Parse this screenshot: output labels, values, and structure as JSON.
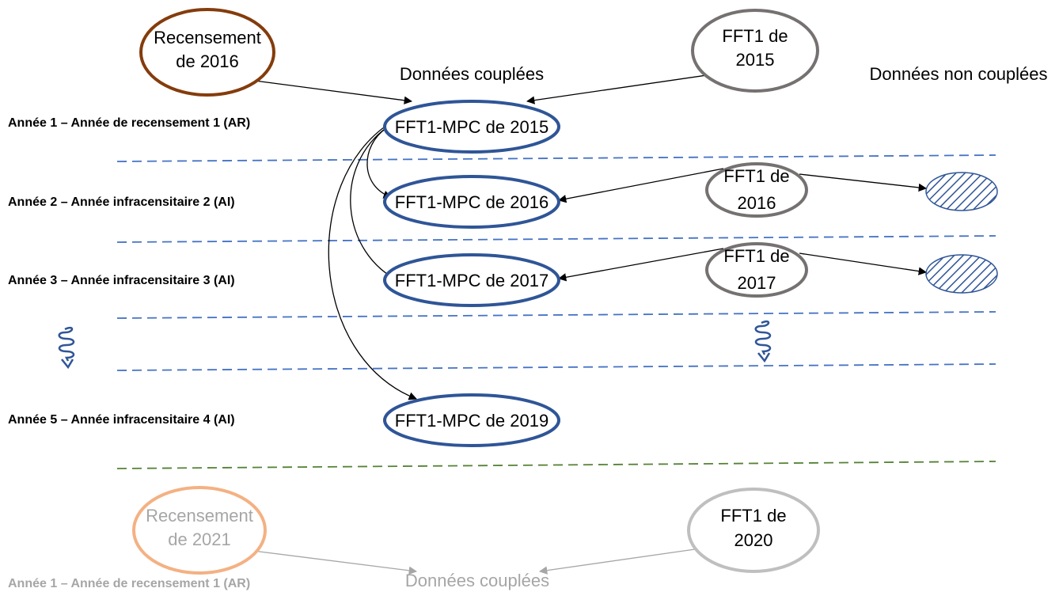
{
  "headers": {
    "linked": "Données couplées",
    "unlinked": "Données non couplées",
    "linked_faded": "Données couplées"
  },
  "rows": {
    "year1": "Année 1 – Année de recensement 1 (AR)",
    "year2": "Année 2 – Année infracensitaire  2 (AI)",
    "year3": "Année 3 – Année infracensitaire  3 (AI)",
    "year5": "Année 5 – Année infracensitaire  4 (AI)",
    "year1_next": "Année 1 – Année de recensement 1 (AR)"
  },
  "nodes": {
    "census_2016": [
      "Recensement",
      "de 2016"
    ],
    "fft1_2015": [
      "FFT1 de",
      "2015"
    ],
    "mpc_2015": "FFT1-MPC de 2015",
    "mpc_2016": "FFT1-MPC de 2016",
    "mpc_2017": "FFT1-MPC de 2017",
    "mpc_2019": "FFT1-MPC de 2019",
    "fft1_2016": [
      "FFT1 de",
      "2016"
    ],
    "fft1_2017": [
      "FFT1 de",
      "2017"
    ],
    "census_2021": [
      "Recensement",
      "de 2021"
    ],
    "fft1_2020": [
      "FFT1 de",
      "2020"
    ]
  },
  "colors": {
    "census": "#843c0c",
    "census_faded": "#f4b183",
    "fft1": "#767171",
    "fft1_faded": "#bfbfbf",
    "mpc": "#2f5597",
    "separator": "#4472c4",
    "separator_end": "#548235",
    "faded_text": "#a6a6a6",
    "arrow": "#000000"
  },
  "icons": {
    "continuation_left": "wavy-arrow-down-icon",
    "continuation_right": "wavy-arrow-down-icon",
    "unlinked_records": "hatched-ellipse-icon"
  }
}
